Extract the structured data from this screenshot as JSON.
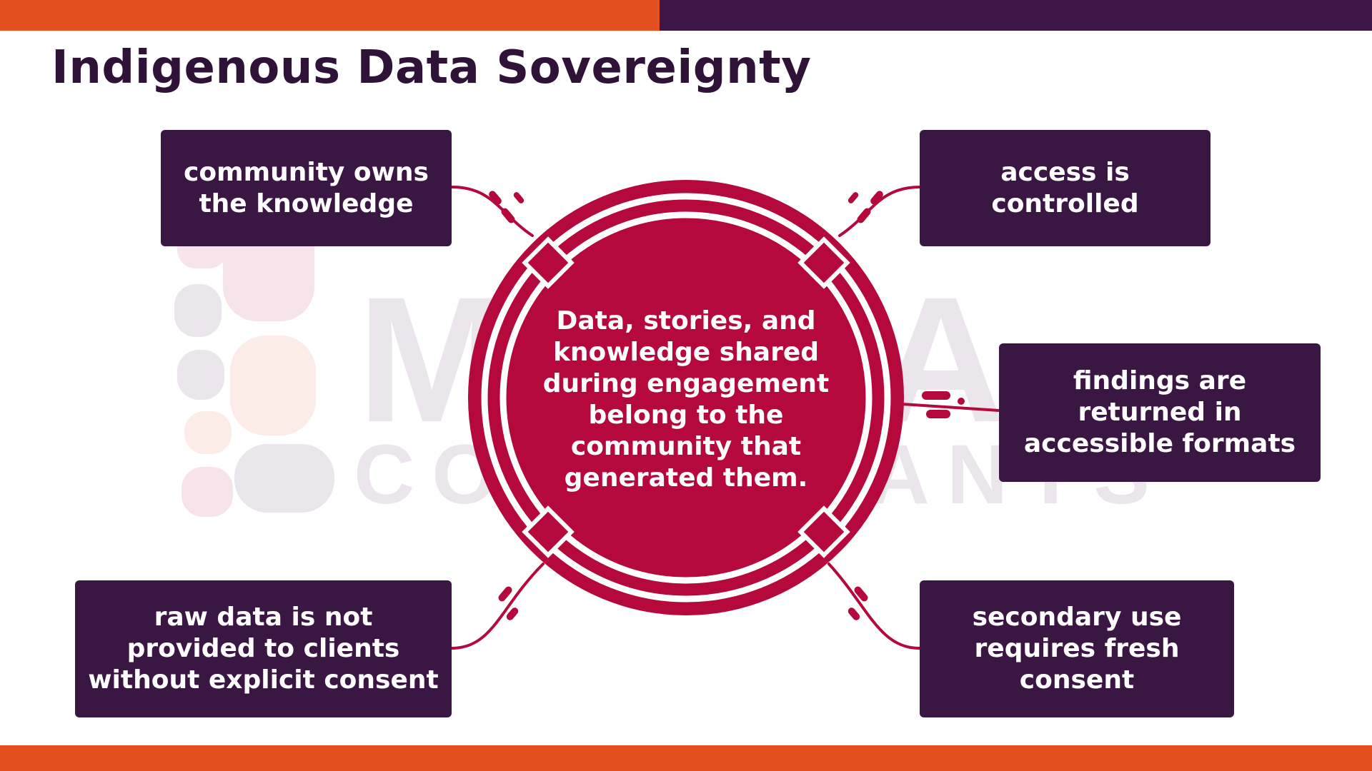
{
  "slide": {
    "title": "Indigenous Data Sovereignty"
  },
  "watermark": {
    "line1": "MAIVA",
    "line2": "CONSULTANTS"
  },
  "center": {
    "lines": [
      "Data, stories, and",
      "knowledge shared",
      "during engagement",
      "belong to the",
      "community that",
      "generated them."
    ]
  },
  "cards": {
    "top_left": {
      "lines": [
        "community owns",
        "the knowledge"
      ]
    },
    "top_right": {
      "lines": [
        "access is",
        "controlled"
      ]
    },
    "mid_right": {
      "lines": [
        "findings are",
        "returned in",
        "accessible formats"
      ]
    },
    "bottom_left": {
      "lines": [
        "raw data is not",
        "provided to clients",
        "without explicit consent"
      ]
    },
    "bottom_right": {
      "lines": [
        "secondary use",
        "requires fresh",
        "consent"
      ]
    }
  },
  "colors": {
    "accent_orange": "#e4501f",
    "deep_purple": "#3a1643",
    "crimson": "#b5083d"
  }
}
